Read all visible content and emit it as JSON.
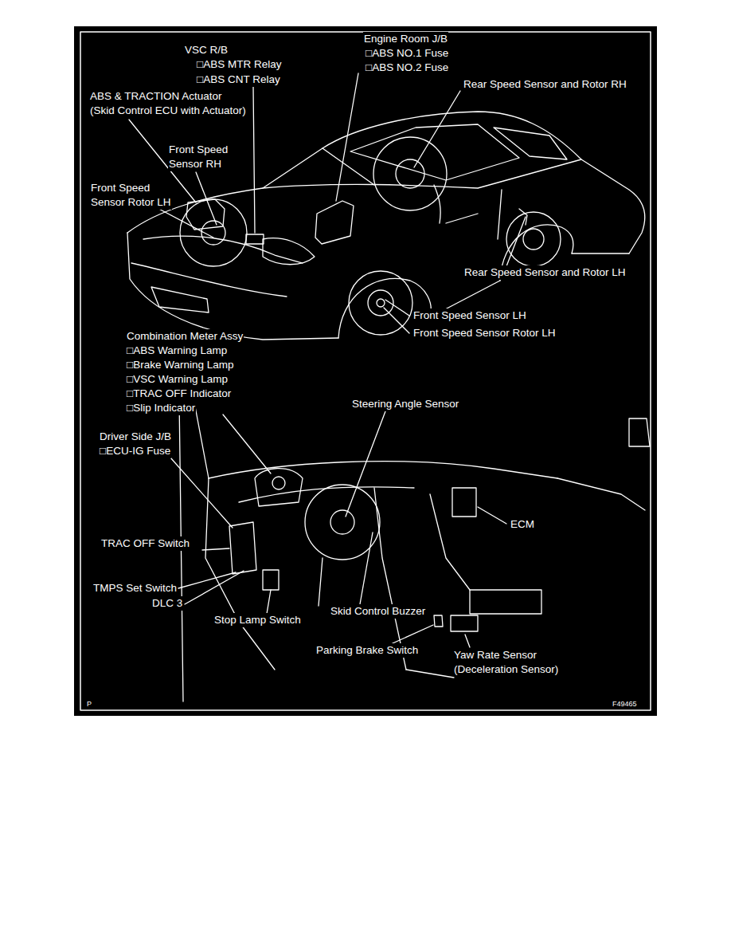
{
  "diagram": {
    "labels": [
      "VSC R/B",
      "□ABS MTR Relay",
      "□ABS CNT Relay",
      "Engine Room J/B",
      "□ABS NO.1 Fuse",
      "□ABS NO.2 Fuse",
      "ABS & TRACTION Actuator (Skid Control ECU with Actuator)",
      "Rear Speed Sensor and Rotor RH",
      "Front Speed Sensor RH",
      "Front Speed Sensor Rotor LH",
      "Rear Speed Sensor and Rotor LH",
      "Front Speed Sensor LH",
      "Front Speed Sensor Rotor LH",
      "Combination Meter Assy",
      "□ABS Warning Lamp",
      "□Brake Warning Lamp",
      "□VSC Warning Lamp",
      "□TRAC OFF Indicator",
      "□Slip Indicator",
      "Steering Angle Sensor",
      "Driver Side J/B",
      "□ECU-IG Fuse",
      "ECM",
      "TRAC OFF Switch",
      "TMPS Set Switch",
      "DLC 3",
      "Stop Lamp Switch",
      "Skid Control Buzzer",
      "Parking Brake Switch",
      "Yaw Rate Sensor (Deceleration Sensor)",
      "P",
      "F49465"
    ]
  }
}
